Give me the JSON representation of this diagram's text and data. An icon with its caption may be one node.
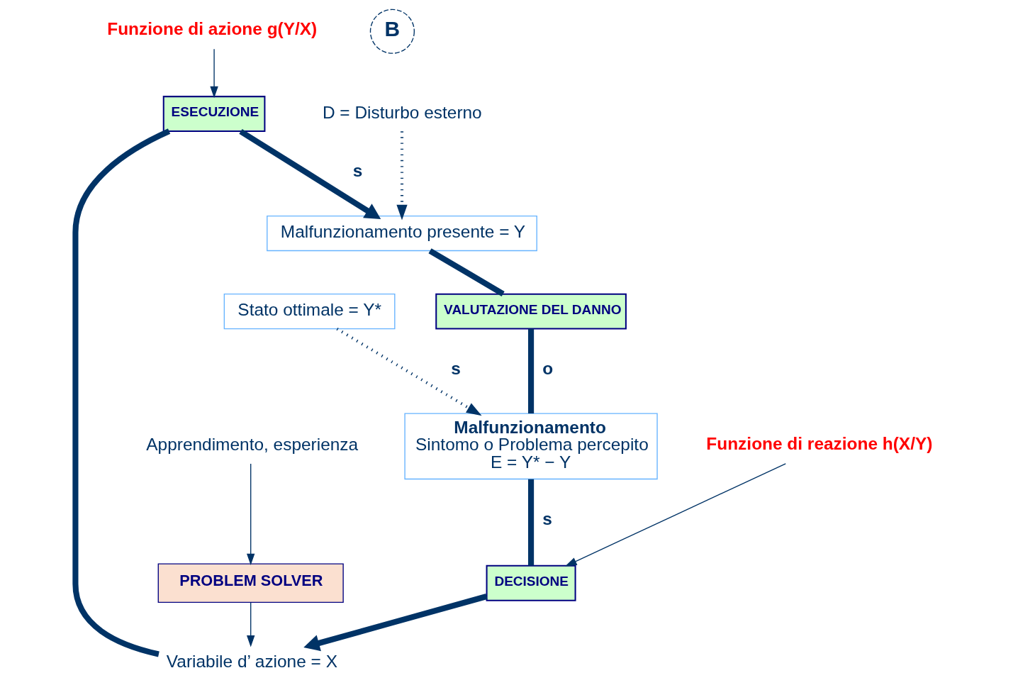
{
  "diagram": {
    "nodes": [
      {
        "text": [
          "Funzione di azione g(Y/X)"
        ]
      },
      {
        "text": [
          "ESECUZIONE"
        ]
      },
      {
        "text": [
          "D = Disturbo esterno"
        ]
      },
      {
        "text": [
          "Variabile d’ azione = X"
        ]
      },
      {
        "text": [
          "Malfunzionamento presente = Y"
        ]
      },
      {
        "text": [
          "Stato ottimale = Y*"
        ]
      },
      {
        "text": [
          "DECISIONE"
        ]
      },
      {
        "text": [
          "VALUTAZIONE DEL DANNO"
        ]
      },
      {
        "text": [
          "Malfunzionamento",
          "Sintomo o Problema percepito",
          "E = Y* − Y"
        ]
      },
      {
        "text": [
          "Funzione di reazione h(X/Y)"
        ]
      },
      {
        "text": [
          "PROBLEM SOLVER"
        ]
      },
      {
        "text": [
          "Apprendimento, esperienza"
        ]
      }
    ],
    "edges": [
      {
        "from": 0,
        "to": 1,
        "arrow": "to"
      },
      {
        "from": 3,
        "to": 1,
        "arrow": "none",
        "style": "thick"
      },
      {
        "from": 1,
        "to": 4,
        "arrow": "to",
        "label": "s",
        "style": "thick"
      },
      {
        "from": 2,
        "to": 4,
        "arrow": "to",
        "style": "dashed"
      },
      {
        "from": 4,
        "to": 7,
        "arrow": "none",
        "style": "thick"
      },
      {
        "from": 7,
        "to": 8,
        "arrow": "none",
        "label": "o",
        "style": "thick"
      },
      {
        "from": 5,
        "to": 8,
        "arrow": "to",
        "label": "s",
        "style": "dashed"
      },
      {
        "from": 8,
        "to": 6,
        "arrow": "none",
        "label": "s",
        "style": "thick"
      },
      {
        "from": 6,
        "to": 3,
        "arrow": "to",
        "style": "thick"
      },
      {
        "from": 9,
        "to": 6,
        "arrow": "to"
      },
      {
        "from": 10,
        "to": 3,
        "arrow": "to"
      },
      {
        "from": 11,
        "to": 10,
        "arrow": "to"
      }
    ],
    "labels": [
      "B"
    ]
  }
}
